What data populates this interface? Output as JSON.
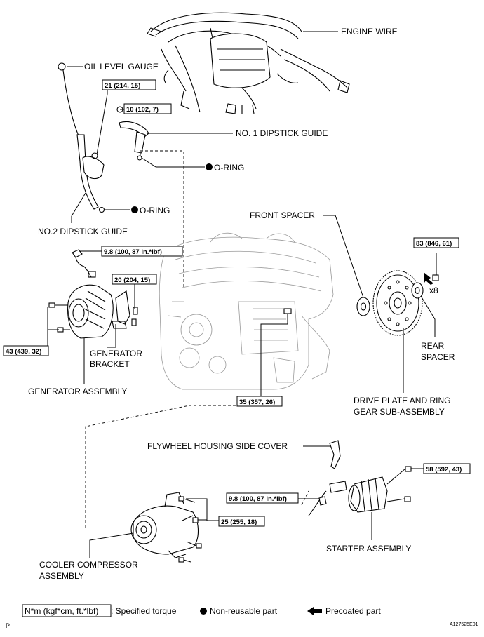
{
  "labels": {
    "engine_wire": "ENGINE WIRE",
    "oil_level_gauge": "OIL LEVEL GAUGE",
    "no1_dipstick_guide": "NO. 1 DIPSTICK GUIDE",
    "o_ring_1": "O-RING",
    "o_ring_2": "O-RING",
    "no2_dipstick_guide": "NO.2 DIPSTICK GUIDE",
    "front_spacer": "FRONT SPACER",
    "x8": "x8",
    "rear_spacer_1": "REAR",
    "rear_spacer_2": "SPACER",
    "generator_bracket_1": "GENERATOR",
    "generator_bracket_2": "BRACKET",
    "generator_assembly": "GENERATOR ASSEMBLY",
    "drive_plate_1": "DRIVE PLATE AND RING",
    "drive_plate_2": "GEAR SUB-ASSEMBLY",
    "flywheel_cover": "FLYWHEEL HOUSING SIDE COVER",
    "starter_assembly": "STARTER ASSEMBLY",
    "cooler_compressor_1": "COOLER COMPRESSOR",
    "cooler_compressor_2": "ASSEMBLY"
  },
  "torques": {
    "t1": "21 (214, 15)",
    "t2": "10 (102, 7)",
    "t3": "9.8 (100, 87 in.*lbf)",
    "t4": "20 (204, 15)",
    "t5": "43 (439, 32)",
    "t6": "83 (846, 61)",
    "t7": "35 (357, 26)",
    "t8": "58 (592, 43)",
    "t9": "9.8 (100, 87 in.*lbf)",
    "t10": "25 (255, 18)"
  },
  "legend": {
    "torque_box": "N*m (kgf*cm, ft.*lbf)",
    "torque_desc": ": Specified torque",
    "nonreusable": "Non-reusable part",
    "precoated": "Precoated part"
  },
  "footer": {
    "left": "P",
    "code": "A127525E01"
  }
}
